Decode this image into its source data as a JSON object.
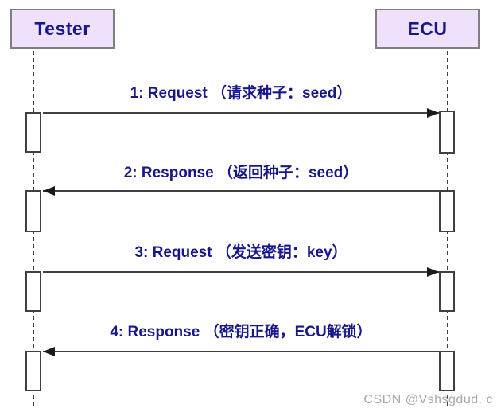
{
  "diagram": {
    "type": "sequence-diagram",
    "actors": [
      {
        "id": "tester",
        "label": "Tester"
      },
      {
        "id": "ecu",
        "label": "ECU"
      }
    ],
    "messages": [
      {
        "seq": 1,
        "label": "1: Request （请求种子：seed）",
        "from": "Tester",
        "to": "ECU",
        "direction": "right"
      },
      {
        "seq": 2,
        "label": "2: Response （返回种子：seed）",
        "from": "ECU",
        "to": "Tester",
        "direction": "left"
      },
      {
        "seq": 3,
        "label": "3: Request （发送密钥：key）",
        "from": "Tester",
        "to": "ECU",
        "direction": "right"
      },
      {
        "seq": 4,
        "label": "4: Response （密钥正确，ECU解锁）",
        "from": "ECU",
        "to": "Tester",
        "direction": "left"
      }
    ],
    "watermark": "CSDN @Vshsgdud. c",
    "colors": {
      "actor_fill": "#efe1fb",
      "actor_border": "#7f7f7f",
      "text_navy": "#17178b",
      "line": "#404040",
      "arrowhead": "#1a1a1a",
      "watermark": "#a8a8a8",
      "background": "#ffffff"
    }
  }
}
